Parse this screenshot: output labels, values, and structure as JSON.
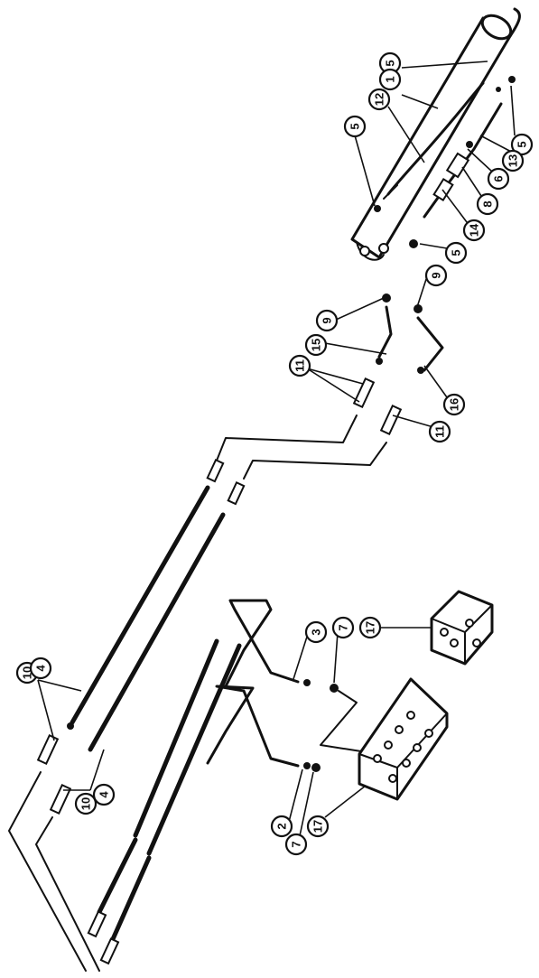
{
  "diagram": {
    "callouts": [
      {
        "id": "c-5a",
        "num": "5"
      },
      {
        "id": "c-1",
        "num": "1"
      },
      {
        "id": "c-12",
        "num": "12"
      },
      {
        "id": "c-5b",
        "num": "5"
      },
      {
        "id": "c-5c",
        "num": "5"
      },
      {
        "id": "c-13",
        "num": "13"
      },
      {
        "id": "c-6",
        "num": "6"
      },
      {
        "id": "c-8",
        "num": "8"
      },
      {
        "id": "c-14",
        "num": "14"
      },
      {
        "id": "c-5d",
        "num": "5"
      },
      {
        "id": "c-9a",
        "num": "9"
      },
      {
        "id": "c-9b",
        "num": "9"
      },
      {
        "id": "c-15",
        "num": "15"
      },
      {
        "id": "c-11a",
        "num": "11"
      },
      {
        "id": "c-16",
        "num": "16"
      },
      {
        "id": "c-11b",
        "num": "11"
      },
      {
        "id": "c-3",
        "num": "3"
      },
      {
        "id": "c-7a",
        "num": "7"
      },
      {
        "id": "c-17a",
        "num": "17"
      },
      {
        "id": "c-10a",
        "num": "10"
      },
      {
        "id": "c-4a",
        "num": "4"
      },
      {
        "id": "c-10b",
        "num": "10"
      },
      {
        "id": "c-4b",
        "num": "4"
      },
      {
        "id": "c-2",
        "num": "2"
      },
      {
        "id": "c-7b",
        "num": "7"
      },
      {
        "id": "c-17b",
        "num": "17"
      }
    ]
  }
}
